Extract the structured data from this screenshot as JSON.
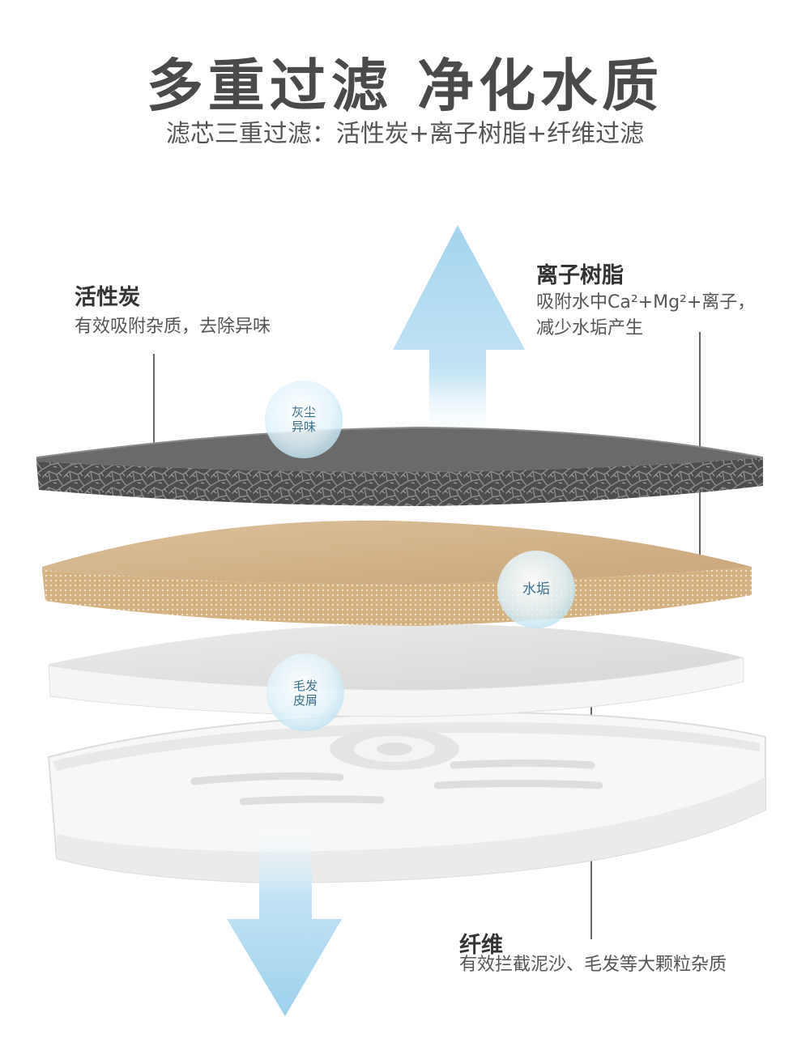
{
  "header": {
    "title": "多重过滤  净化水质",
    "subtitle": "滤芯三重过滤：活性炭+离子树脂+纤维过滤"
  },
  "layers": {
    "carbon": {
      "title": "活性炭",
      "desc": "有效吸附杂质，去除异味"
    },
    "resin": {
      "title": "离子树脂",
      "desc_line1": "吸附水中Ca²+Mg²+离子，",
      "desc_line2": "减少水垢产生"
    },
    "fiber": {
      "title": "纤维",
      "desc": "有效拦截泥沙、毛发等大颗粒杂质"
    }
  },
  "bubbles": {
    "dust_line1": "灰尘",
    "dust_line2": "异味",
    "scale": "水垢",
    "hair_line1": "毛发",
    "hair_line2": "皮屑"
  },
  "colors": {
    "title": "#4a4a4a",
    "arrow": "#a9d6ee",
    "carbon": "#5a5a5a",
    "resin": "#d8b98e",
    "fiber": "#e8e8e6",
    "tray": "#f4f4f4"
  }
}
